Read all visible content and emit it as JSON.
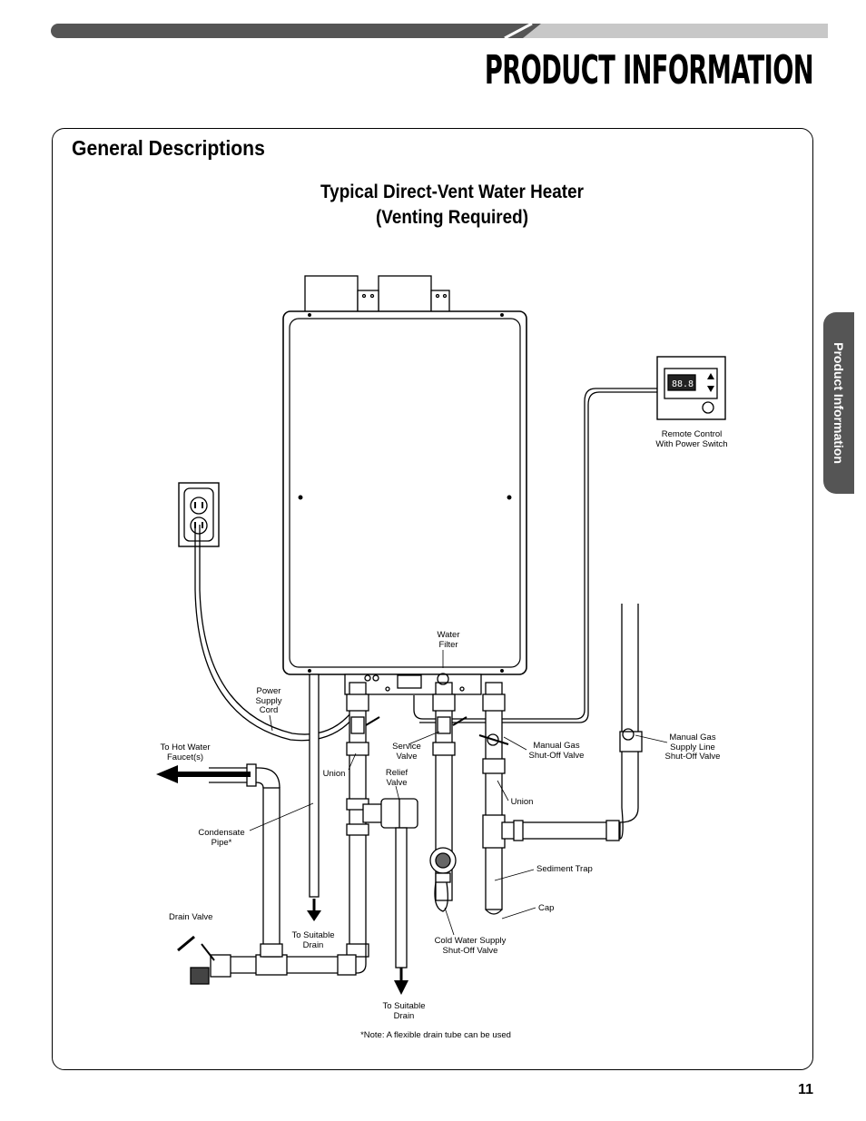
{
  "header": {
    "title": "PRODUCT INFORMATION"
  },
  "section": {
    "title": "General Descriptions"
  },
  "side_tab": {
    "label": "Product Information"
  },
  "diagram": {
    "title_line1": "Typical Direct-Vent Water Heater",
    "title_line2": "(Venting Required)",
    "remote_display": "88.8",
    "labels": {
      "remote_control": [
        "Remote Control",
        "With Power Switch"
      ],
      "power_supply_cord": [
        "Power",
        "Supply",
        "Cord"
      ],
      "water_filter": [
        "Water",
        "Filter"
      ],
      "to_hot_water": [
        "To Hot Water",
        "Faucet(s)"
      ],
      "service_valve": [
        "Service",
        "Valve"
      ],
      "manual_gas_shutoff": [
        "Manual Gas",
        "Shut-Off Valve"
      ],
      "manual_gas_supply": [
        "Manual Gas",
        "Supply Line",
        "Shut-Off Valve"
      ],
      "union_left": [
        "Union"
      ],
      "relief_valve": [
        "Relief",
        "Valve"
      ],
      "union_right": [
        "Union"
      ],
      "condensate_pipe": [
        "Condensate",
        "Pipe*"
      ],
      "sediment_trap": [
        "Sediment Trap"
      ],
      "cap": [
        "Cap"
      ],
      "drain_valve": [
        "Drain Valve"
      ],
      "to_suitable_drain_1": [
        "To Suitable",
        "Drain"
      ],
      "cold_water_shutoff": [
        "Cold Water Supply",
        "Shut-Off Valve"
      ],
      "to_suitable_drain_2": [
        "To Suitable",
        "Drain"
      ],
      "note": [
        "*Note: A flexible drain tube can be used"
      ]
    }
  },
  "footer": {
    "page_number": "11"
  }
}
